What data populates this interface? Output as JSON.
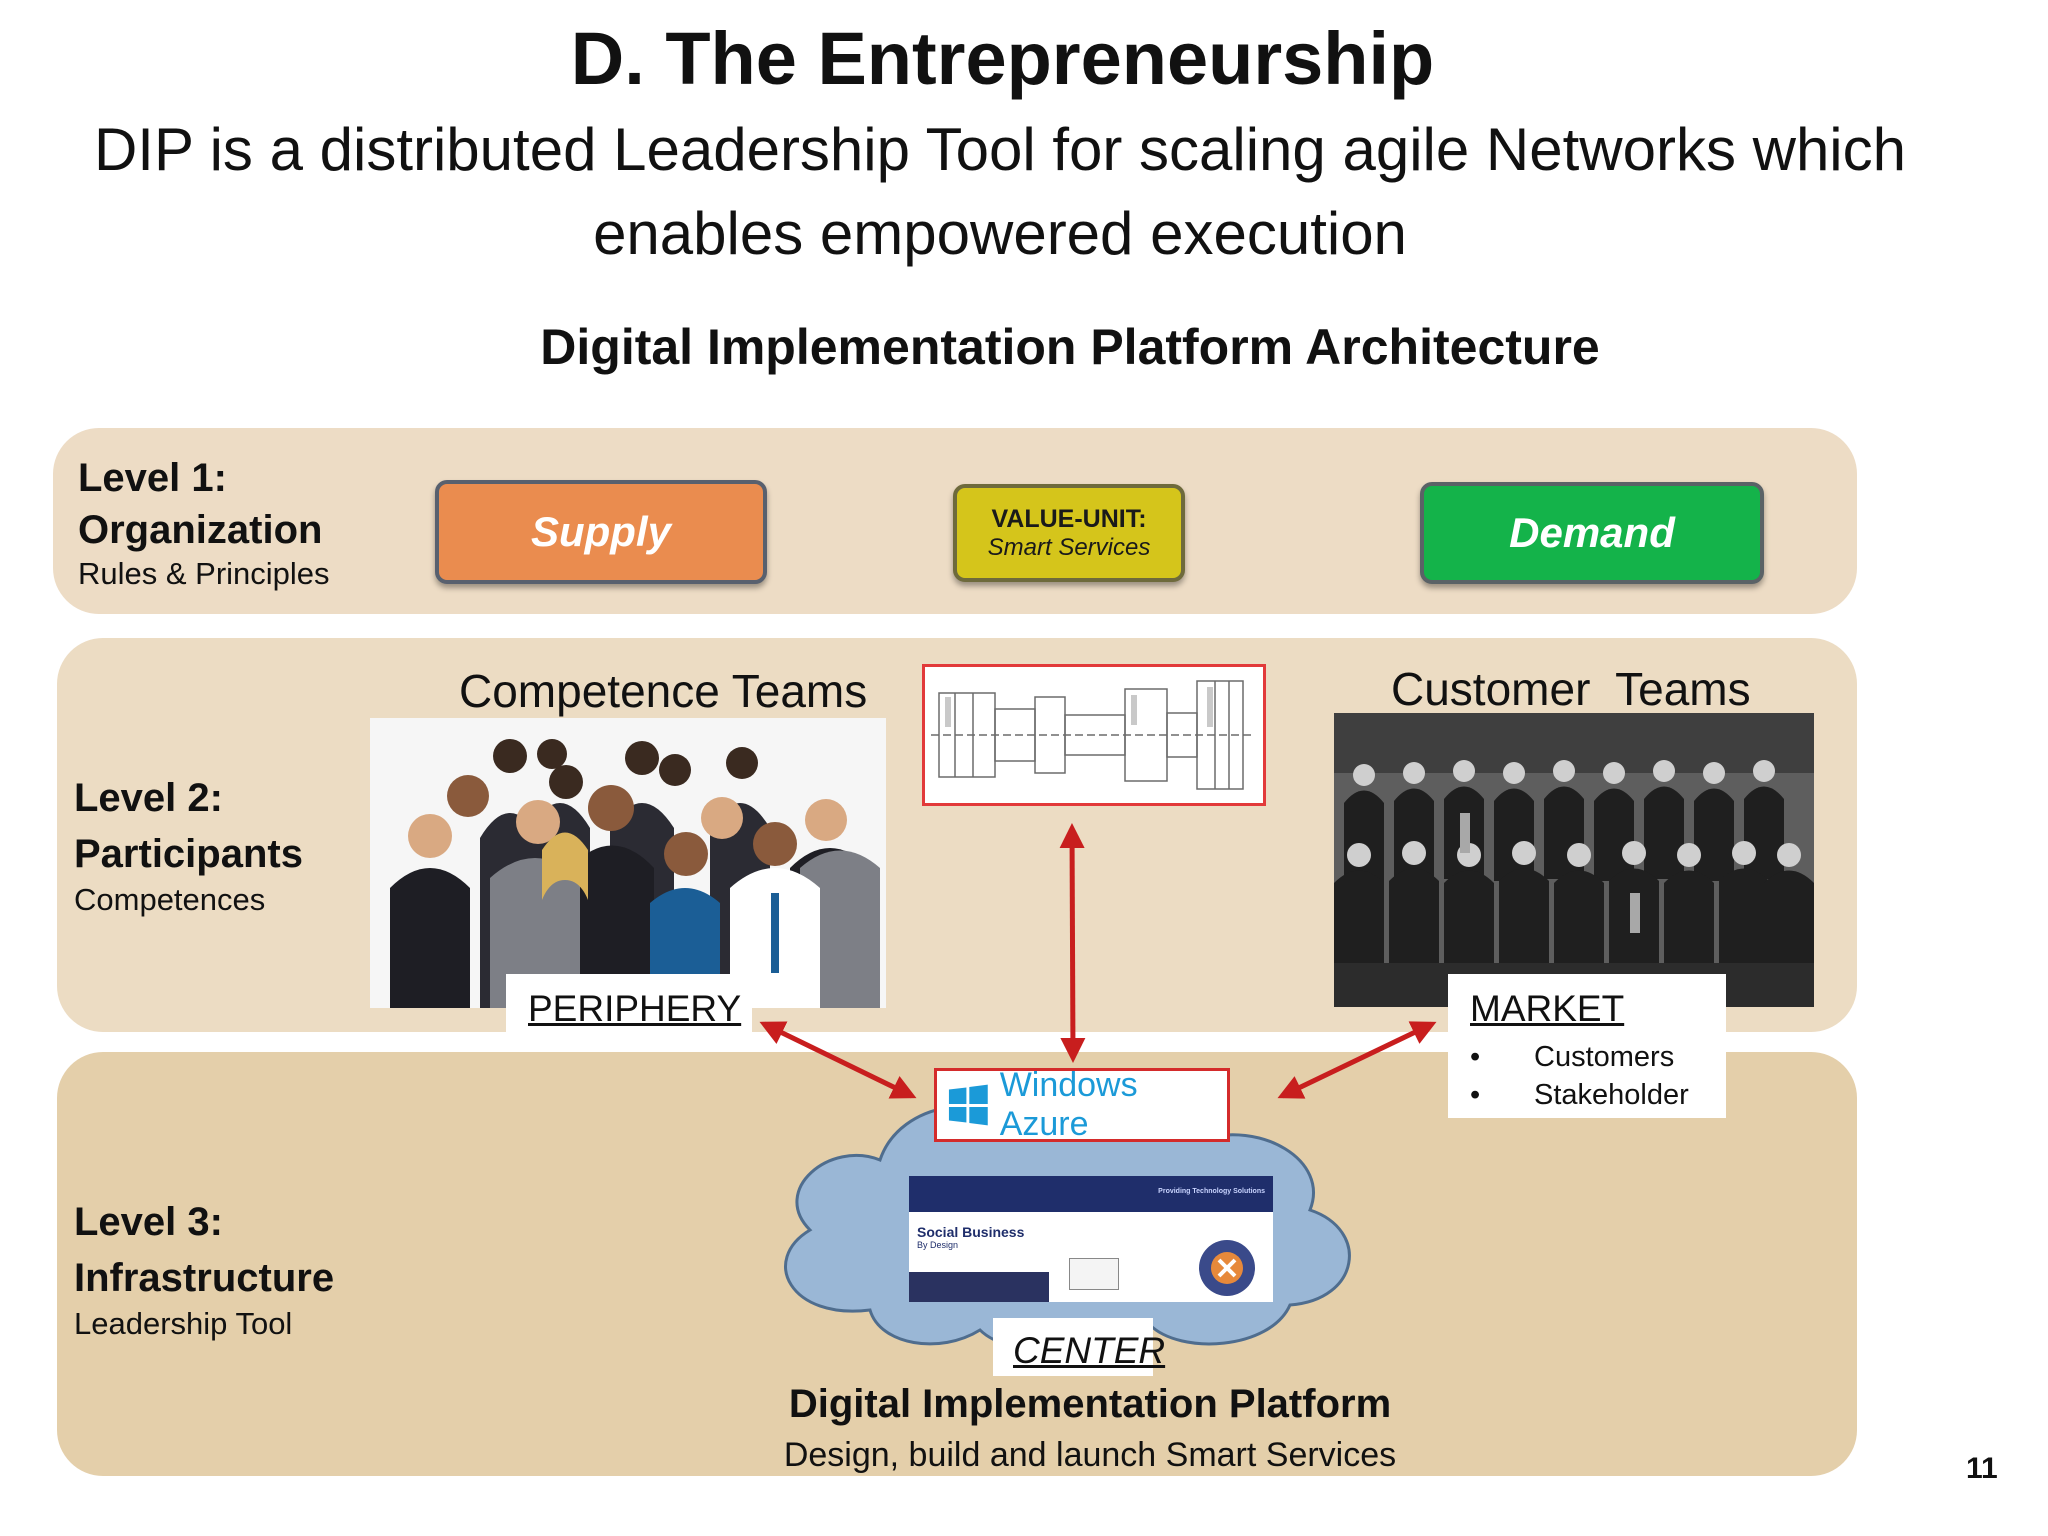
{
  "title": "D. The Entrepreneurship",
  "subtitle_line1": "DIP is a distributed Leadership Tool for scaling agile Networks which",
  "subtitle_line2": "enables empowered execution",
  "diagram_title": "Digital Implementation Platform Architecture",
  "level1": {
    "heading1": "Level 1:",
    "heading2": "Organization",
    "sub": "Rules & Principles"
  },
  "level2": {
    "heading1": "Level 2:",
    "heading2": "Participants",
    "sub": "Competences"
  },
  "level3": {
    "heading1": "Level 3:",
    "heading2": "Infrastructure",
    "sub": "Leadership Tool"
  },
  "supply_label": "Supply",
  "demand_label": "Demand",
  "value_unit": {
    "title": "VALUE-UNIT:",
    "sub": "Smart Services"
  },
  "competence_teams": "Competence Teams",
  "customer_teams": "Customer  Teams",
  "periphery_label": "PERIPHERY",
  "market": {
    "label": "MARKET",
    "items": [
      "Customers",
      "Stakeholder"
    ]
  },
  "azure_label": "Windows Azure",
  "screenshot": {
    "title": "Social Business",
    "tagline": "By Design",
    "header_right": "Providing Technology Solutions"
  },
  "center_label": "CENTER",
  "platform_title": "Digital Implementation Platform",
  "platform_sub": "Design, build and launch Smart Services",
  "page_number": "11",
  "colors": {
    "supply": "#ea8c4f",
    "demand": "#14b34a",
    "value_unit": "#d5c51b",
    "arrow": "#c81e1e",
    "cloud": "#99b6d5",
    "band": "#e9d9bf"
  }
}
